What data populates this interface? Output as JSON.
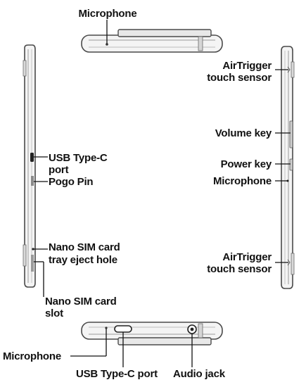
{
  "labels": {
    "mic_top": "Microphone",
    "airtrigger_top_1": "AirTrigger",
    "airtrigger_top_2": "touch sensor",
    "volume_key": "Volume key",
    "power_key": "Power key",
    "mic_right": "Microphone",
    "airtrigger_bottom_1": "AirTrigger",
    "airtrigger_bottom_2": "touch sensor",
    "usb_side_1": "USB Type-C",
    "usb_side_2": "port",
    "pogo_pin": "Pogo Pin",
    "sim_eject_1": "Nano SIM card",
    "sim_eject_2": "tray eject hole",
    "sim_slot_1": "Nano SIM card",
    "sim_slot_2": "slot",
    "mic_bottom": "Microphone",
    "usb_bottom": "USB Type-C port",
    "audio_jack": "Audio jack"
  },
  "colors": {
    "body_fill": "#f4f4f4",
    "outline": "#4a4a4a",
    "accent_gray": "#bdbdbd",
    "leader_line": "#111111",
    "text": "#111111"
  }
}
